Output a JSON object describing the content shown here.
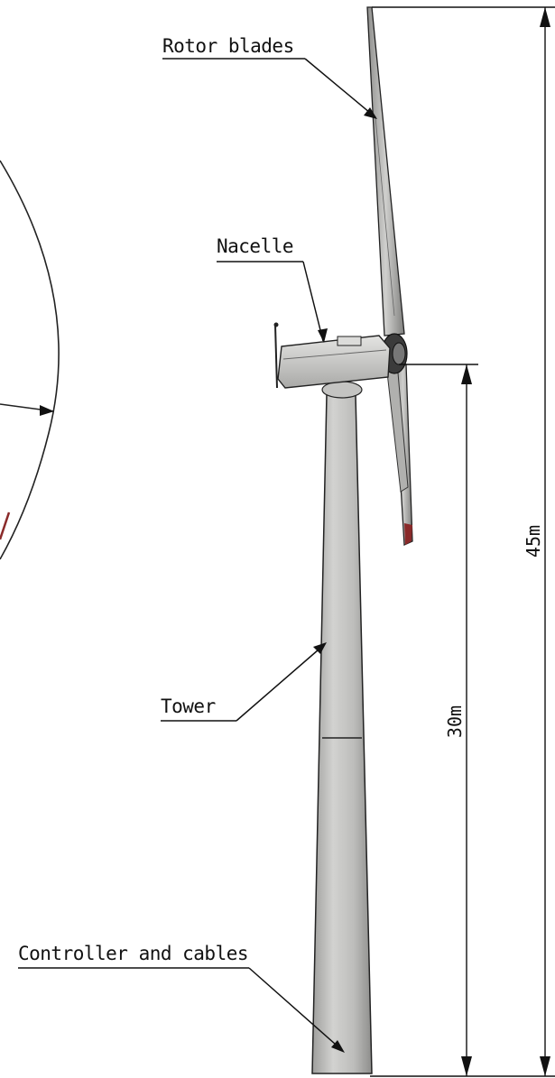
{
  "labels": {
    "rotor_blades": "Rotor blades",
    "nacelle": "Nacelle",
    "tower": "Tower",
    "controller": "Controller and cables"
  },
  "dimensions": {
    "total_height": "45m",
    "hub_height": "30m"
  },
  "colors": {
    "line": "#111111",
    "tower_fill": "#c9c9c7",
    "tower_shade": "#9c9c9a",
    "nacelle_fill": "#d6d6d4",
    "blade_tip": "#8a2a2a"
  }
}
